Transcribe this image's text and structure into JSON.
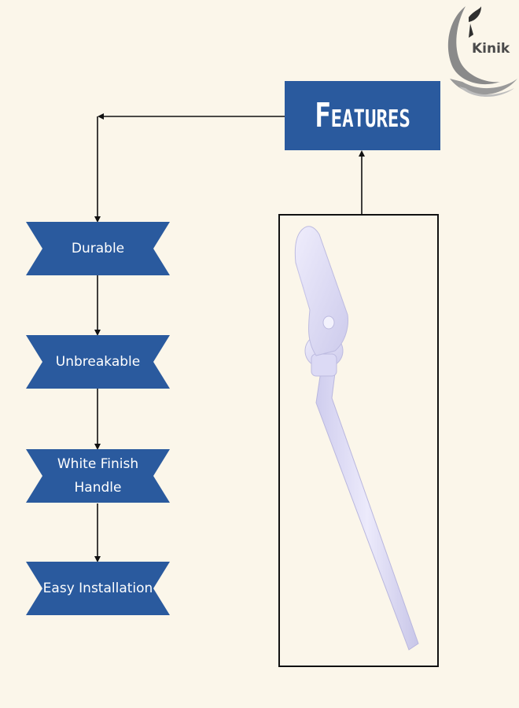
{
  "logo": {
    "text": "Kinik"
  },
  "features": {
    "title": "Features"
  },
  "list": [
    {
      "label": "Durable"
    },
    {
      "label": "Unbreakable"
    },
    {
      "label": "White Finish\nHandle"
    },
    {
      "label": "Easy Installation"
    }
  ],
  "colors": {
    "background": "#fbf6ea",
    "accent": "#2a5a9e",
    "line": "#111111",
    "product": "#e4e2f8"
  },
  "product": {
    "icon": "toilet-flush-handle-lever"
  }
}
